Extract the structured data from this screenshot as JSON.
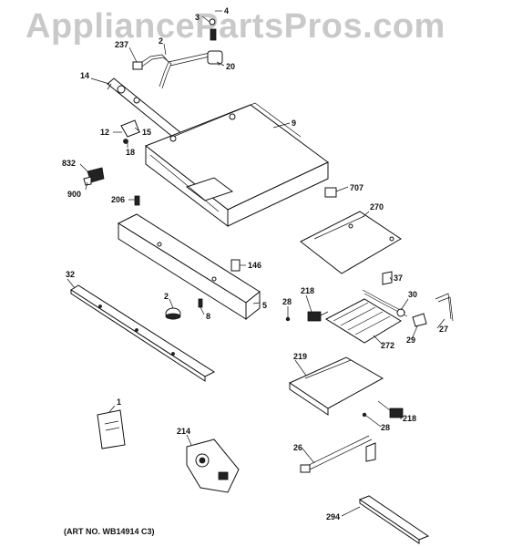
{
  "watermark": "AppliancePartsPros.com",
  "art_number": "(ART NO. WB14914 C3)",
  "callouts": {
    "c3": "3",
    "c4": "4",
    "c237": "237",
    "c2a": "2",
    "c20": "20",
    "c14": "14",
    "c9": "9",
    "c12": "12",
    "c15": "15",
    "c18": "18",
    "c832": "832",
    "c900": "900",
    "c206": "206",
    "c707": "707",
    "c270": "270",
    "c146": "146",
    "c32": "32",
    "c2b": "2",
    "c8": "8",
    "c5": "5",
    "c28a": "28",
    "c218a": "218",
    "c37": "37",
    "c30": "30",
    "c27": "27",
    "c29": "29",
    "c272": "272",
    "c219": "219",
    "c28b": "28",
    "c218b": "218",
    "c1": "1",
    "c214": "214",
    "c26": "26",
    "c294": "294"
  }
}
